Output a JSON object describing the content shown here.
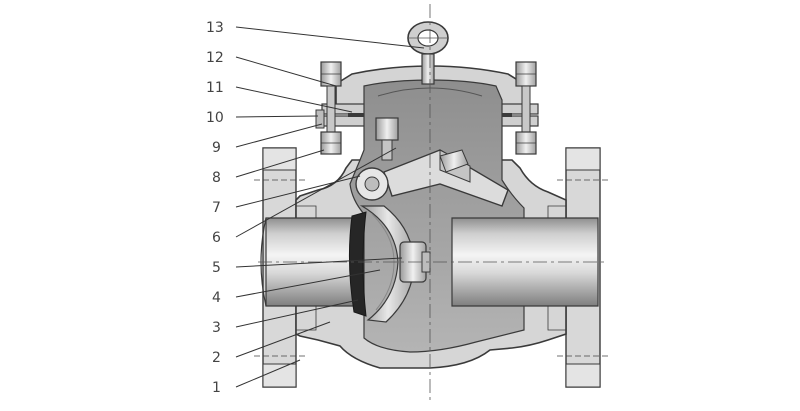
{
  "diagram": {
    "type": "swing-check-valve-cross-section",
    "colors": {
      "outline": "#3a3a3a",
      "casting": "#d6d6d6",
      "cavity": "#a9a9a9",
      "bore_light": "#f2f2f2",
      "bore_dark": "#8a8a8a",
      "seal": "#2a2a2a",
      "centerline": "#555555",
      "callout_text": "#444444"
    },
    "callouts": [
      {
        "id": "c13",
        "label": "13",
        "icon": "eye-bolt"
      },
      {
        "id": "c12",
        "label": "12",
        "icon": "bonnet"
      },
      {
        "id": "c11",
        "label": "11",
        "icon": "gasket"
      },
      {
        "id": "c10",
        "label": "10",
        "icon": "stud"
      },
      {
        "id": "c9",
        "label": "9",
        "icon": "nut"
      },
      {
        "id": "c8",
        "label": "8",
        "icon": "body"
      },
      {
        "id": "c7",
        "label": "7",
        "icon": "hinge-pin"
      },
      {
        "id": "c6",
        "label": "6",
        "icon": "hinge"
      },
      {
        "id": "c5",
        "label": "5",
        "icon": "disc-nut"
      },
      {
        "id": "c4",
        "label": "4",
        "icon": "disc"
      },
      {
        "id": "c3",
        "label": "3",
        "icon": "seat-ring"
      },
      {
        "id": "c2",
        "label": "2",
        "icon": "body-seat"
      },
      {
        "id": "c1",
        "label": "1",
        "icon": "flange"
      }
    ]
  }
}
